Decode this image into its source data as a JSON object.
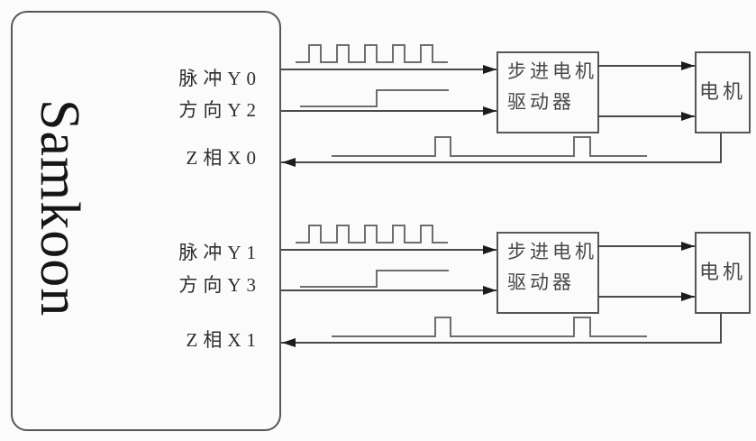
{
  "plc": {
    "name": "Samkoon"
  },
  "axes": [
    {
      "pulse_label": "脉冲Y0",
      "direction_label": "方向Y2",
      "z_phase_label": "Z相X0",
      "driver_line1": "步进电机",
      "driver_line2": "驱动器",
      "motor_label": "电机"
    },
    {
      "pulse_label": "脉冲Y1",
      "direction_label": "方向Y3",
      "z_phase_label": "Z相X1",
      "driver_line1": "步进电机",
      "driver_line2": "驱动器",
      "motor_label": "电机"
    }
  ],
  "waveforms": {
    "pulse_train_pulse_count": 5,
    "direction_signal_shape": "low-to-high step",
    "z_phase_pulse_count": 2
  },
  "colors": {
    "line": "#4a4a4a",
    "waveform": "#6e6e6e",
    "arrow": "#1c1c1c",
    "box_border": "#575757",
    "label_text": "#2e2e2e",
    "box_text": "#484848",
    "background": "#fbfbfb"
  }
}
